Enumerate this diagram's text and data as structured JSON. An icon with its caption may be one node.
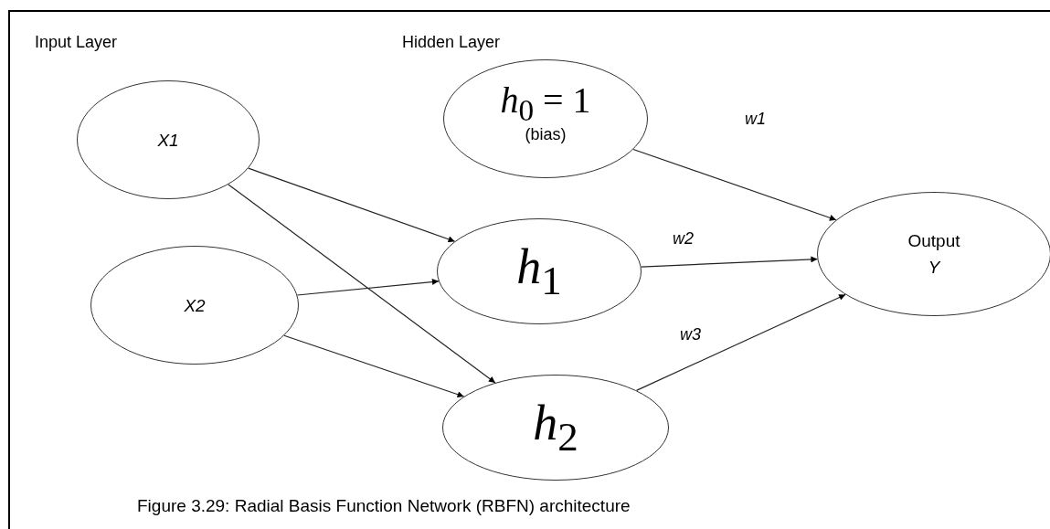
{
  "diagram": {
    "caption": "Figure 3.29: Radial Basis Function Network (RBFN) architecture",
    "nodes": [
      {
        "text": [
          "X1"
        ]
      },
      {
        "text": [
          "X2"
        ]
      },
      {
        "text": [
          "*h*$_{0}$ = 1",
          "(bias)"
        ]
      },
      {
        "text": [
          "*h*$_{1}$"
        ]
      },
      {
        "text": [
          "*h*$_{2}$"
        ]
      },
      {
        "text": [
          "Output",
          "Y"
        ]
      }
    ],
    "edges": [
      {
        "from": 0,
        "to": 3,
        "arrow": "to"
      },
      {
        "from": 0,
        "to": 4,
        "arrow": "to"
      },
      {
        "from": 1,
        "to": 3,
        "arrow": "to"
      },
      {
        "from": 1,
        "to": 4,
        "arrow": "to"
      },
      {
        "from": 2,
        "to": 5,
        "arrow": "to"
      },
      {
        "from": 3,
        "to": 5,
        "arrow": "to"
      },
      {
        "from": 4,
        "to": 5,
        "arrow": "to"
      }
    ],
    "labels": [
      "Input Layer",
      "Hidden Layer",
      "w1",
      "w2",
      "w3"
    ]
  }
}
